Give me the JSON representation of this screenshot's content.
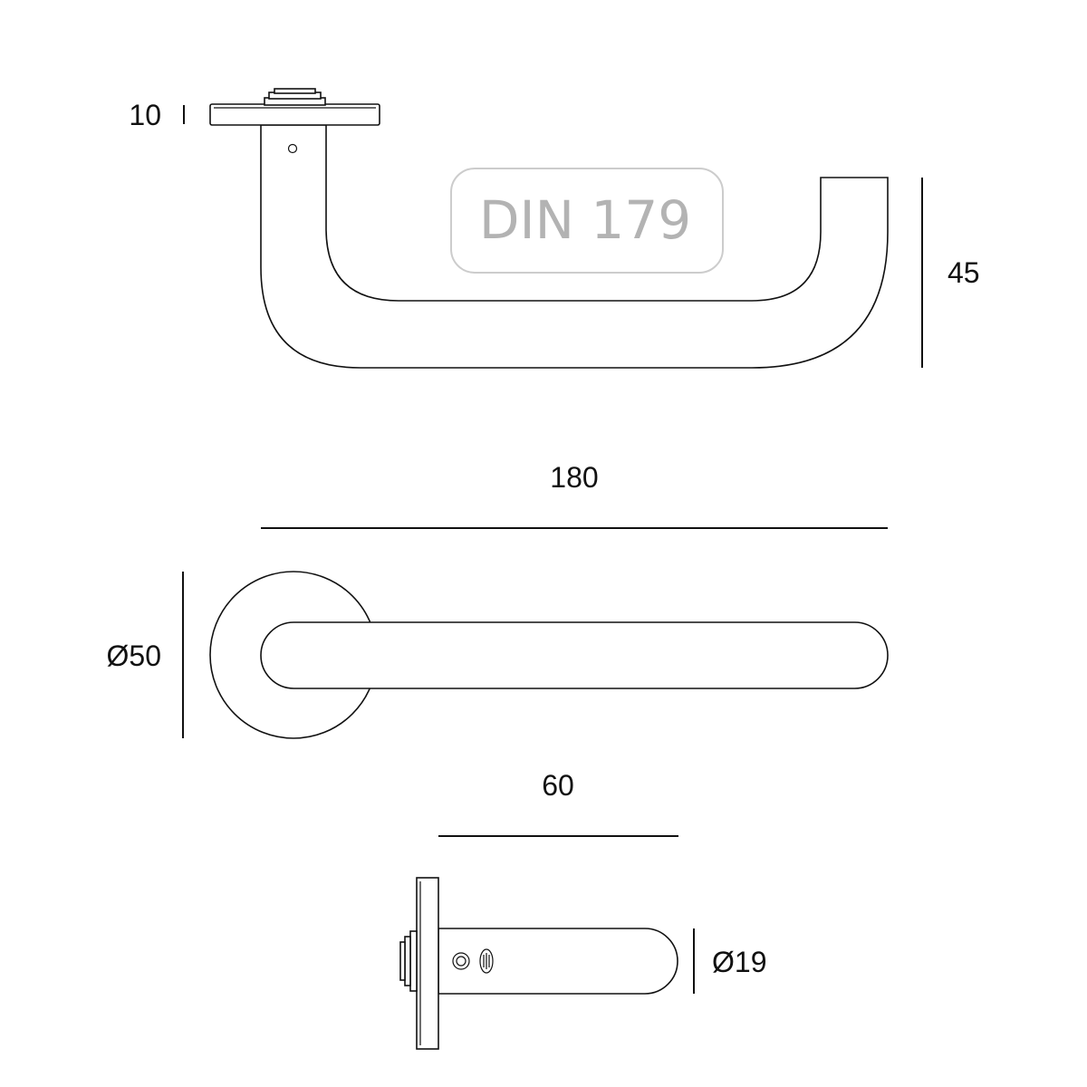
{
  "drawing": {
    "badge_text": "DIN 179",
    "dimensions": {
      "rose_thickness": "10",
      "lever_height": "45",
      "lever_length": "180",
      "rose_diameter": "Ø50",
      "projection": "60",
      "grip_diameter": "Ø19"
    },
    "colors": {
      "stroke": "#111111",
      "badge_text": "#b3b3b3",
      "badge_border": "#cccccc",
      "background": "#ffffff"
    }
  }
}
